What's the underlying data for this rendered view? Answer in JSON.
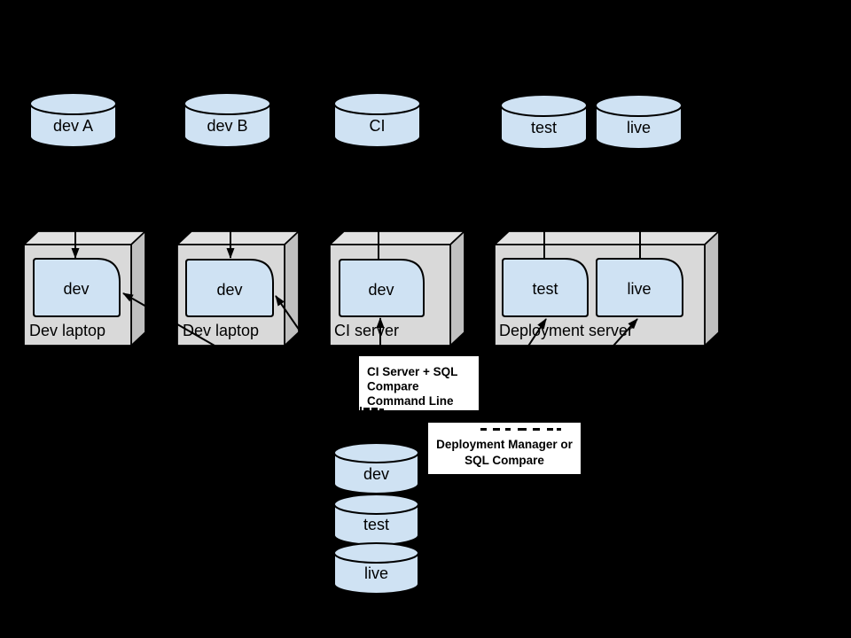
{
  "colors": {
    "background": "#000000",
    "database_fill": "#cfe2f3",
    "box_front": "#d9d9d9",
    "box_top": "#e2e2e2",
    "box_side": "#c0c0c0",
    "line": "#000000",
    "callout_background": "#ffffff"
  },
  "top_databases": [
    {
      "label": "dev A"
    },
    {
      "label": "dev B"
    },
    {
      "label": "CI"
    },
    {
      "label": "test"
    },
    {
      "label": "live"
    }
  ],
  "machines": [
    {
      "label": "Dev laptop",
      "databases": [
        {
          "label": "dev"
        }
      ]
    },
    {
      "label": "Dev laptop",
      "databases": [
        {
          "label": "dev"
        }
      ]
    },
    {
      "label": "CI server",
      "databases": [
        {
          "label": "dev"
        }
      ]
    },
    {
      "label": "Deployment server",
      "databases": [
        {
          "label": "test"
        },
        {
          "label": "live"
        }
      ]
    }
  ],
  "callouts": [
    {
      "lines": [
        "CI Server + SQL",
        "Compare",
        "Command Line"
      ]
    },
    {
      "lines": [
        "Deployment Manager or",
        "SQL Compare"
      ]
    }
  ],
  "stacked_databases": [
    {
      "label": "dev"
    },
    {
      "label": "test"
    },
    {
      "label": "live"
    }
  ]
}
